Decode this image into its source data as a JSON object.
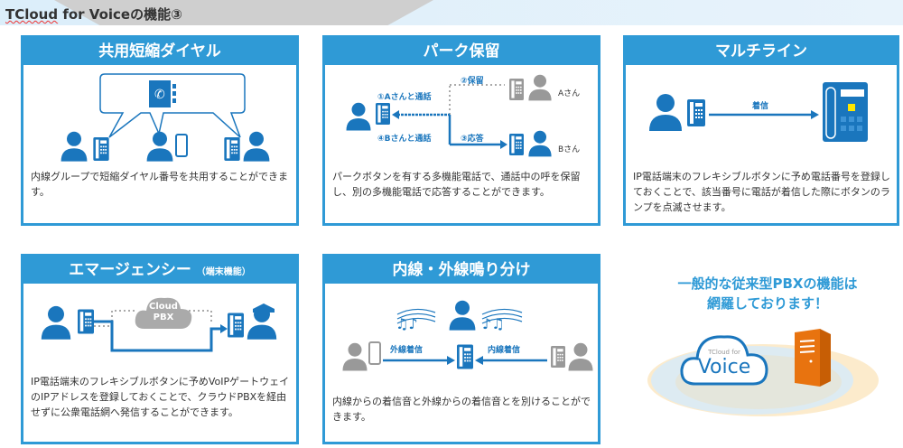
{
  "page_title": "TCloud for Voiceの機能③",
  "title_parts": {
    "brand": "TCloud",
    "rest": " for Voiceの機能③"
  },
  "colors": {
    "accent": "#2f9ad6",
    "icon": "#1a76bd",
    "gray": "#999999",
    "server": "#e8730f"
  },
  "cards": [
    {
      "title": "共用短縮ダイヤル",
      "desc": "内線グループで短縮ダイヤル番号を共用することができます。"
    },
    {
      "title": "パーク保留",
      "desc": "パークボタンを有する多機能電話で、通話中の呼を保留し、別の多機能電話で応答することができます。",
      "labels": {
        "step1": "①Aさんと通話",
        "step2": "②保留",
        "step3": "③応答",
        "step4": "④Bさんと通話",
        "person_a": "Aさん",
        "person_b": "Bさん"
      }
    },
    {
      "title": "マルチライン",
      "desc": "IP電話端末のフレキシブルボタンに予め電話番号を登録しておくことで、該当番号に電話が着信した際にボタンのランプを点滅させます。",
      "labels": {
        "incoming": "着信"
      }
    },
    {
      "title": "エマージェンシー",
      "title_note": "（端末機能）",
      "desc": "IP電話端末のフレキシブルボタンに予めVoIPゲートウェイのIPアドレスを登録しておくことで、クラウドPBXを経由せずに公衆電話網へ発信することができます。",
      "labels": {
        "cloud_line1": "Cloud",
        "cloud_line2": "PBX"
      }
    },
    {
      "title": "内線・外線鳴り分け",
      "desc": "内線からの着信音と外線からの着信音とを別けることができます。",
      "labels": {
        "external": "外線着信",
        "internal": "内線着信"
      }
    }
  ],
  "tagline": {
    "line1": "一般的な従来型PBXの機能は",
    "line2": "網羅しております！"
  },
  "logo": {
    "small": "TCloud for",
    "big": "Voice"
  }
}
